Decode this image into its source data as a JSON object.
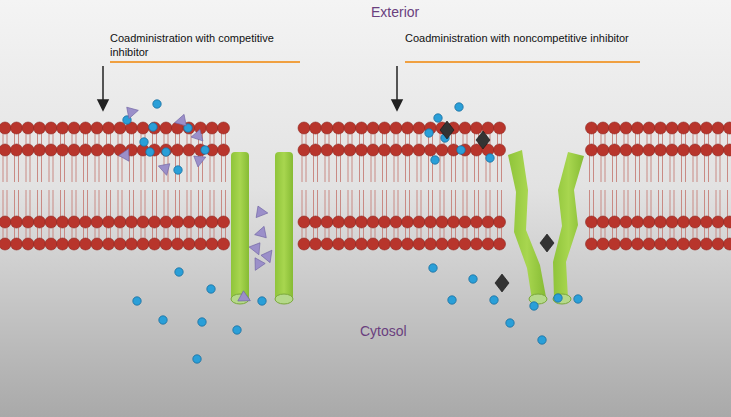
{
  "diagram": {
    "labels": [
      "Exterior",
      "Coadministration with competitive inhibitor",
      "Coadministration with noncompetitive inhibitor",
      "Cytosol"
    ]
  }
}
